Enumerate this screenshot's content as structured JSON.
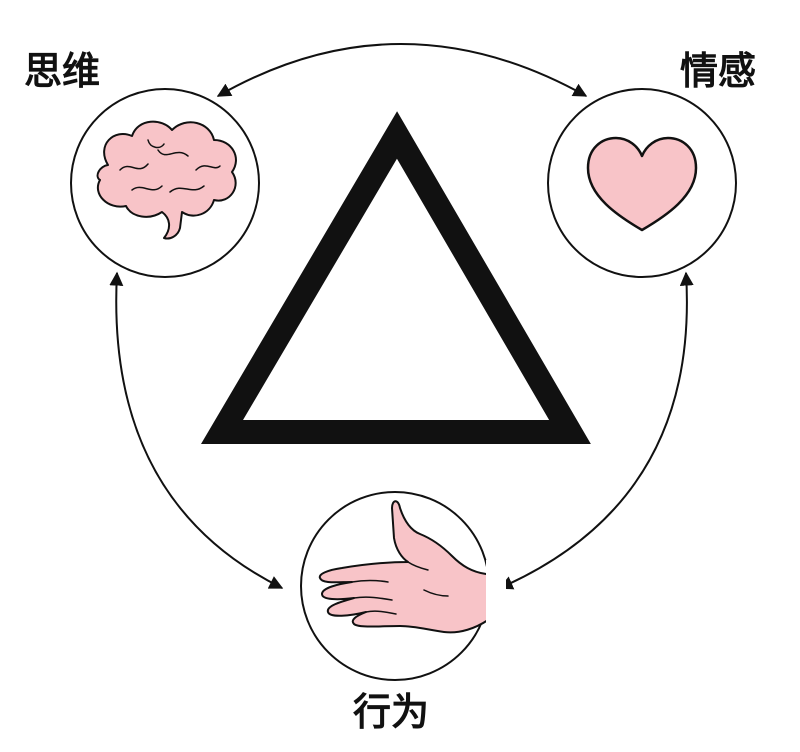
{
  "nodes": {
    "thinking": {
      "label": "思维",
      "icon": "brain-icon"
    },
    "feeling": {
      "label": "情感",
      "icon": "heart-icon"
    },
    "behavior": {
      "label": "行为",
      "icon": "hand-icon"
    }
  },
  "center_symbol": "triangle-icon",
  "colors": {
    "line": "#111111",
    "icon_fill": "#f8c4c8",
    "background": "#ffffff"
  }
}
